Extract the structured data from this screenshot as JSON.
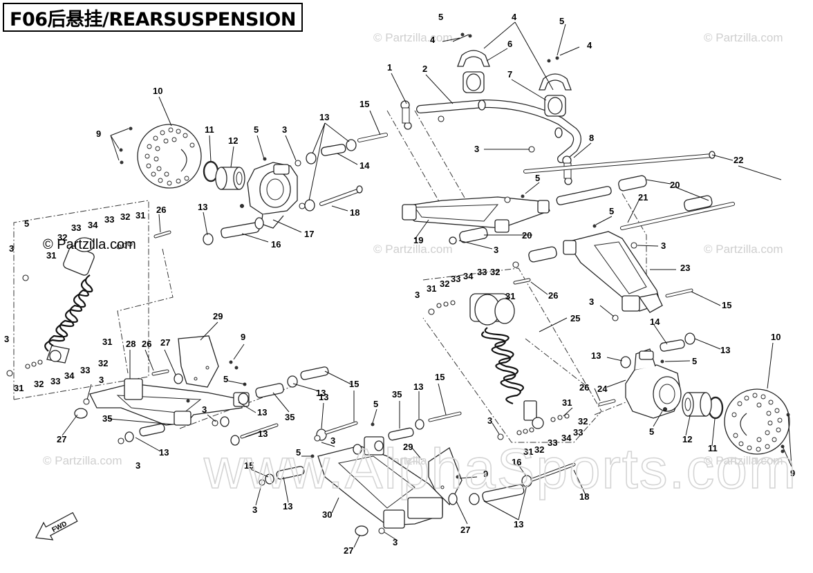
{
  "title": "F06后悬挂/REARSUSPENSION",
  "fwd_label": "FWD",
  "watermarks": {
    "small": "© Partzilla.com",
    "overlay": "© Partzilla.com",
    "large": "www.AlphaSports.com"
  },
  "callouts": [
    "1",
    "2",
    "3",
    "4",
    "5",
    "6",
    "7",
    "8",
    "9",
    "10",
    "11",
    "12",
    "13",
    "14",
    "15",
    "16",
    "17",
    "18",
    "19",
    "20",
    "21",
    "22",
    "23",
    "24",
    "25",
    "26",
    "27",
    "28",
    "29",
    "30",
    "31",
    "32",
    "33",
    "34",
    "35"
  ]
}
